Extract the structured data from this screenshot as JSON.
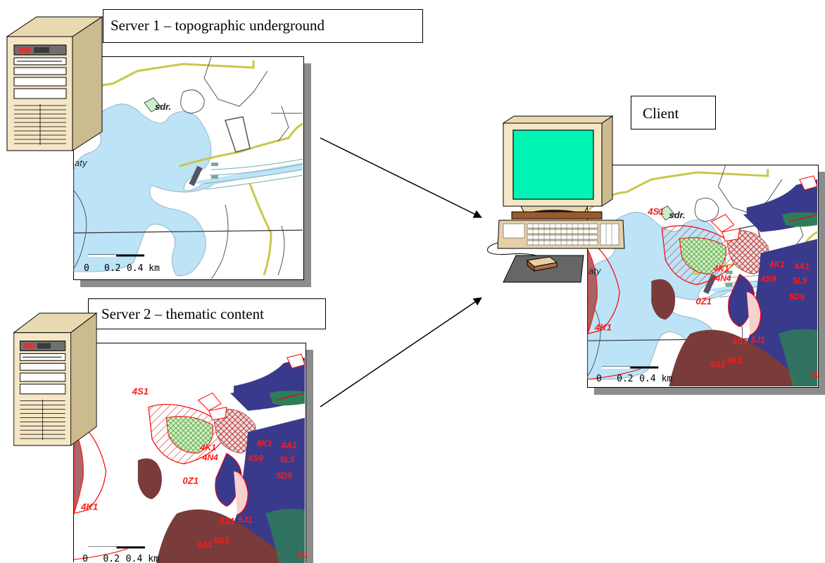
{
  "server1": {
    "label": "Server 1 – topographic underground",
    "map_place_labels": [
      "sdr.",
      "aty"
    ],
    "scale_bar": [
      "0",
      "0.2",
      "0.4 km"
    ]
  },
  "server2": {
    "label": "Server 2 – thematic content",
    "map_zone_labels": [
      "4S1",
      "4K1",
      "4N4",
      "4K1",
      "4A1",
      "4S9",
      "5L5",
      "0Z1",
      "5D5",
      "4K1",
      "5S1",
      "5J1",
      "4A1",
      "5K1",
      "5L"
    ],
    "scale_bar": [
      "0",
      "0.2",
      "0.4 km"
    ]
  },
  "client": {
    "label": "Client",
    "map_place_labels": [
      "sdr.",
      "aty"
    ],
    "map_zone_labels": [
      "4S1",
      "4K1",
      "4N4",
      "4K1",
      "4A1",
      "4S9",
      "5L5",
      "0Z1",
      "5D5",
      "4K1",
      "5S1",
      "5J1",
      "4A1",
      "5K1",
      "5L"
    ],
    "scale_bar": [
      "0",
      "0.2",
      "0.4 km"
    ]
  },
  "colors": {
    "water": "#bde3f7",
    "road": "#c8c84a",
    "zone_dark_red": "#7a3b3b",
    "zone_blue": "#3a3a8c",
    "zone_hatch_green": "#b5e39a",
    "zone_red_outline": "#ff0000",
    "monitor_screen": "#00f5b4",
    "computer_beige": "#f5e6c5",
    "shadow": "#8c8c8c"
  },
  "icons": [
    "server-tower-icon",
    "server-tower-icon",
    "desktop-computer-icon"
  ]
}
